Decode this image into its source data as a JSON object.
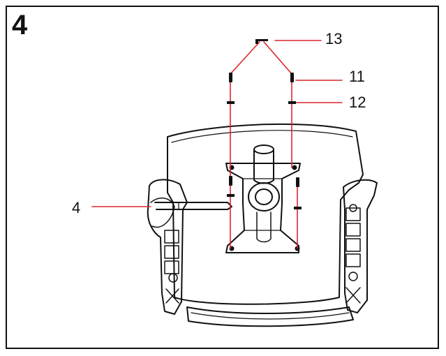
{
  "step": {
    "number": "4"
  },
  "callouts": [
    {
      "id": "13",
      "label": "13"
    },
    {
      "id": "11",
      "label": "11"
    },
    {
      "id": "12",
      "label": "12"
    },
    {
      "id": "4",
      "label": "4"
    }
  ],
  "colors": {
    "leader": "#d9262a",
    "outline": "#111111",
    "background": "#ffffff"
  }
}
